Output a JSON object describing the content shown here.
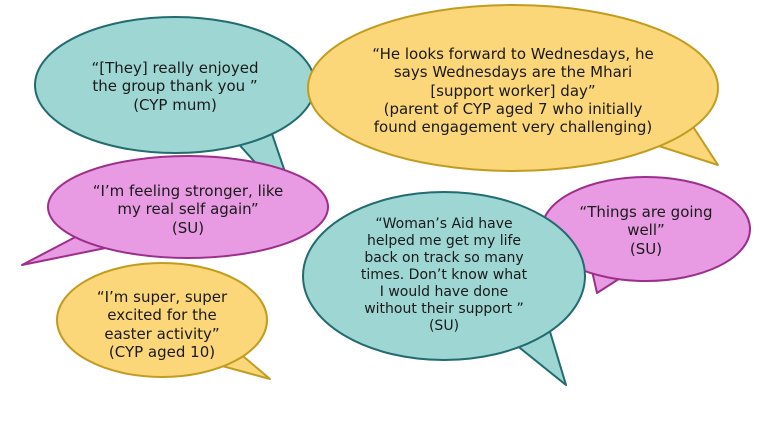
{
  "colors": {
    "teal": "#9dd6d3",
    "gold": "#fbd77a",
    "pink": "#e89be3",
    "teal_stroke": "#226b70",
    "gold_stroke": "#c29c20",
    "pink_stroke": "#9c2f8c"
  },
  "bubbles": [
    {
      "key": "cyp-mum",
      "color": "teal",
      "lines": [
        "“[They] really enjoyed",
        "the group thank you ”",
        "(CYP mum)"
      ]
    },
    {
      "key": "wednesdays",
      "color": "gold",
      "lines": [
        "“He looks forward to Wednesdays, he",
        "says Wednesdays are the Mhari",
        "[support worker] day”",
        "(parent of CYP aged 7 who initially",
        "found engagement very challenging)"
      ]
    },
    {
      "key": "feeling-stronger",
      "color": "pink",
      "lines": [
        "“I’m feeling stronger, like",
        "my real self again”",
        "(SU)"
      ]
    },
    {
      "key": "things-going-well",
      "color": "pink",
      "lines": [
        "“Things are going",
        "well”",
        "(SU)"
      ]
    },
    {
      "key": "womens-aid",
      "color": "teal",
      "lines": [
        "“Woman’s Aid have",
        "helped me get my life",
        "back on track so many",
        "times. Don’t know what",
        "I would have done",
        "without their support ”",
        "(SU)"
      ]
    },
    {
      "key": "easter-activity",
      "color": "gold",
      "lines": [
        "“I’m super, super",
        "excited for the",
        "easter activity”",
        "(CYP aged 10)"
      ]
    }
  ]
}
